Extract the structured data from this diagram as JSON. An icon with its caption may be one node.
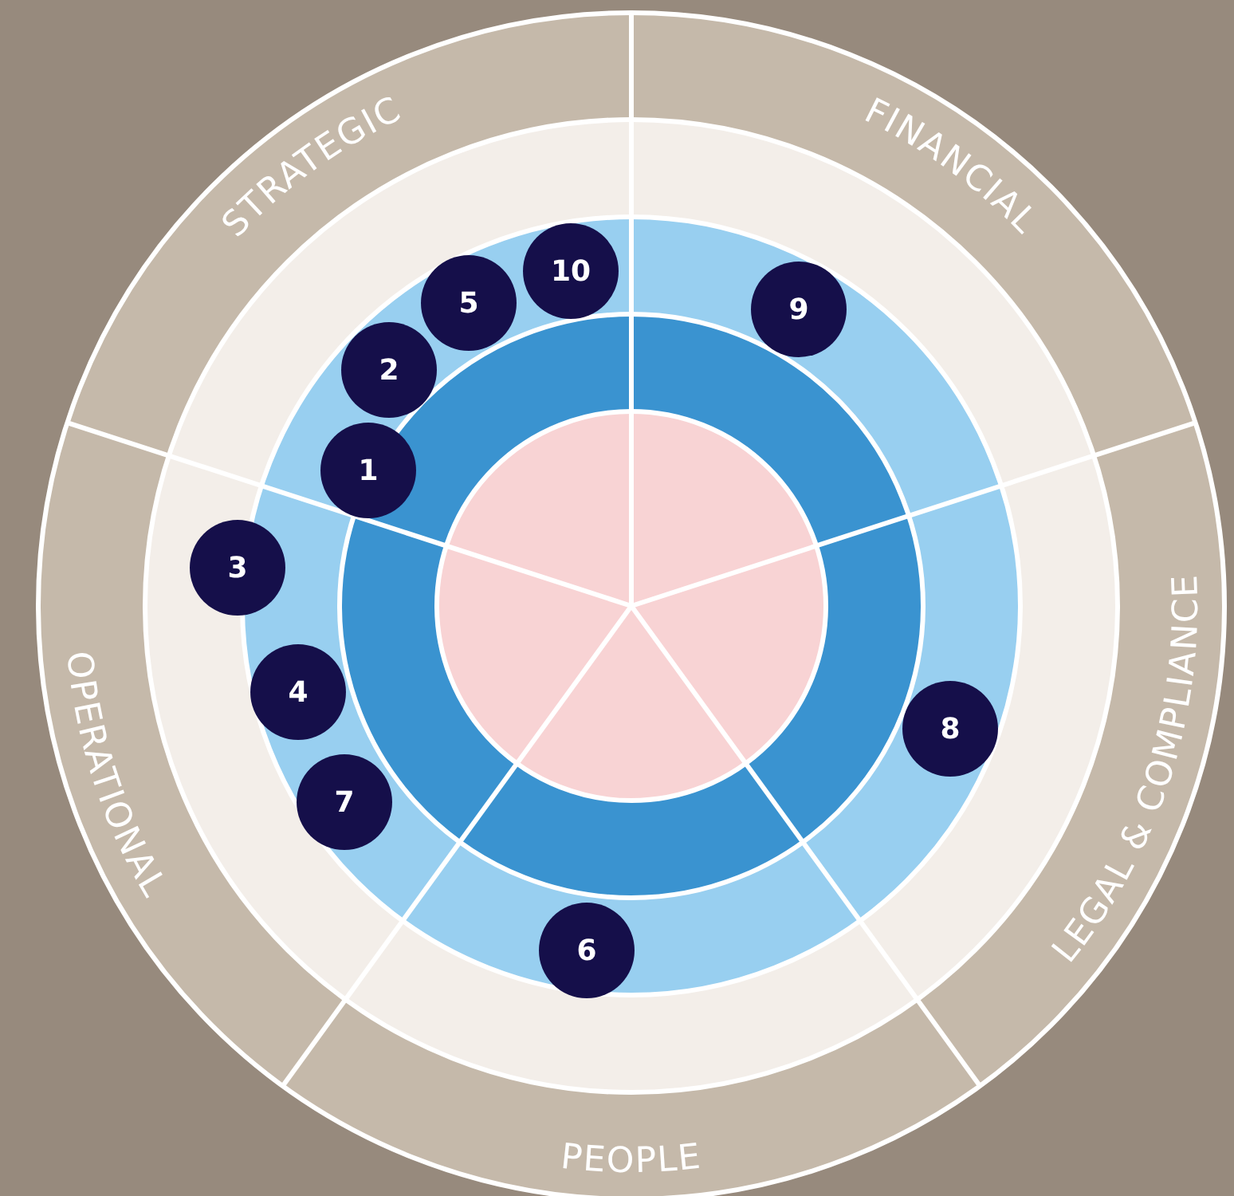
{
  "diagram": {
    "nodes": [
      {
        "text": [
          "STRATEGIC"
        ]
      },
      {
        "text": [
          "FINANCIAL"
        ]
      },
      {
        "text": [
          "LEGAL & COMPLIANCE"
        ]
      },
      {
        "text": [
          "PEOPLE"
        ]
      },
      {
        "text": [
          "OPERATIONAL"
        ]
      },
      {
        "text": [
          "10"
        ]
      },
      {
        "text": [
          "5"
        ]
      },
      {
        "text": [
          "9"
        ]
      },
      {
        "text": [
          "2"
        ]
      },
      {
        "text": [
          "1"
        ]
      },
      {
        "text": [
          "3"
        ]
      },
      {
        "text": [
          "4"
        ]
      },
      {
        "text": [
          "8"
        ]
      },
      {
        "text": [
          "7"
        ]
      },
      {
        "text": [
          "6"
        ]
      }
    ],
    "edges": []
  }
}
